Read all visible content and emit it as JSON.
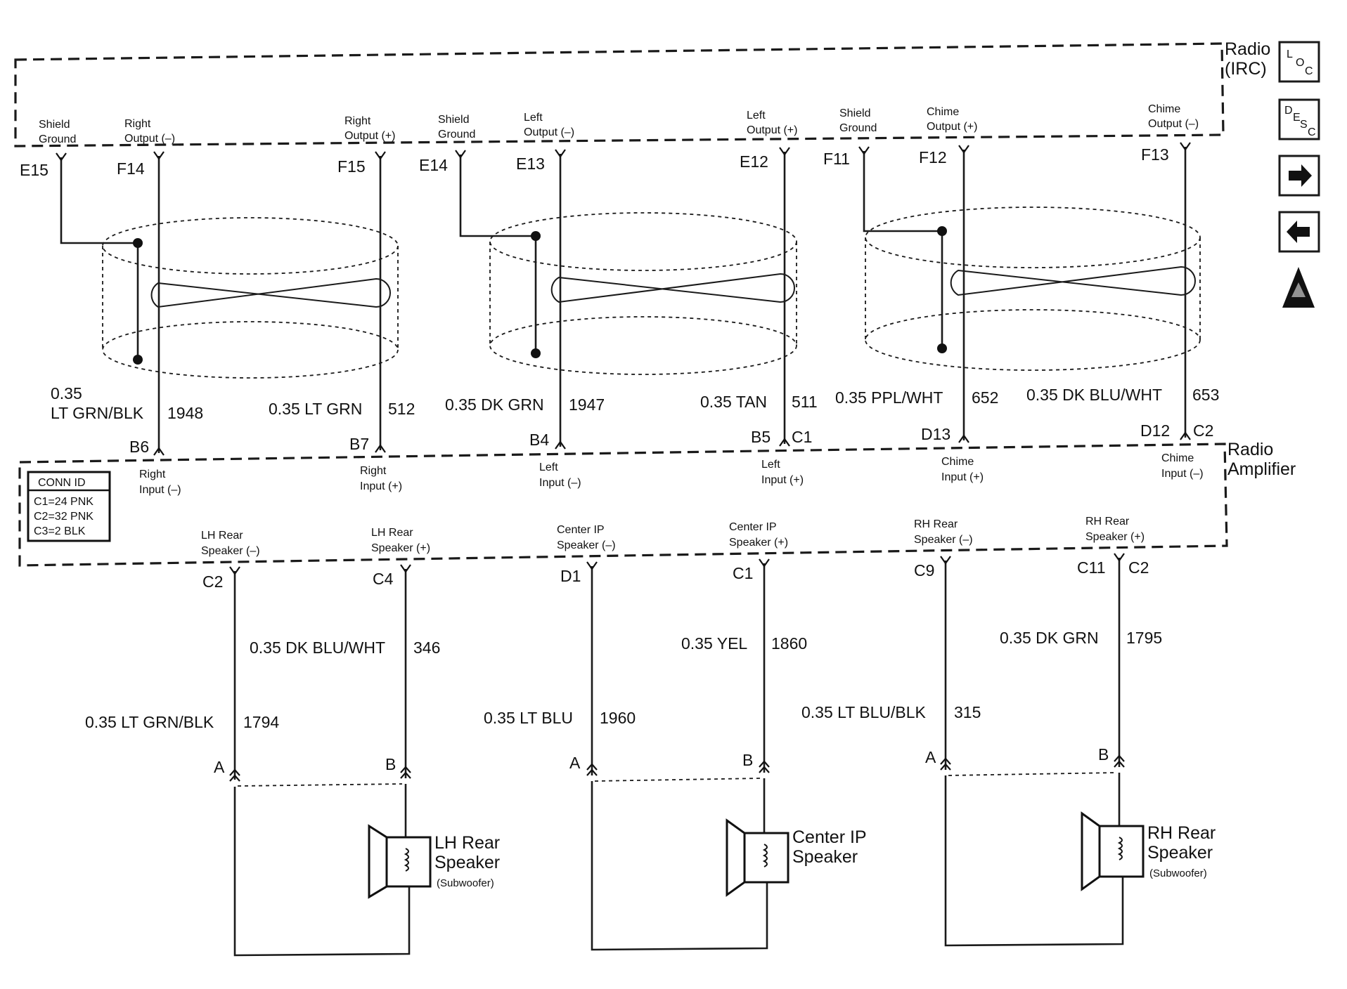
{
  "components": {
    "radio": [
      "Radio",
      "(IRC)"
    ],
    "amplifier": [
      "Radio",
      "Amplifier"
    ],
    "lh_speaker": [
      "LH Rear",
      "Speaker",
      "(Subwoofer)"
    ],
    "center_speaker": [
      "Center IP",
      "Speaker"
    ],
    "rh_speaker": [
      "RH Rear",
      "Speaker",
      "(Subwoofer)"
    ]
  },
  "conn_id": {
    "title": "CONN ID",
    "entries": [
      "C1=24 PNK",
      "C2=32 PNK",
      "C3=2 BLK"
    ]
  },
  "nav_icons": {
    "loc": [
      "L",
      "O",
      "C"
    ],
    "desc": [
      "D",
      "E",
      "S",
      "C"
    ],
    "icons": [
      "arrow-right-icon",
      "arrow-left-icon",
      "esd-warning-icon"
    ]
  },
  "radio_pins": [
    {
      "pin": "E15",
      "label": [
        "Shield",
        "Ground"
      ]
    },
    {
      "pin": "F14",
      "label": [
        "Right",
        "Output (–)"
      ]
    },
    {
      "pin": "F15",
      "label": [
        "Right",
        "Output (+)"
      ]
    },
    {
      "pin": "E14",
      "label": [
        "Shield",
        "Ground"
      ]
    },
    {
      "pin": "E13",
      "label": [
        "Left",
        "Output (–)"
      ]
    },
    {
      "pin": "E12",
      "label": [
        "Left",
        "Output (+)"
      ]
    },
    {
      "pin": "F11",
      "label": [
        "Shield",
        "Ground"
      ]
    },
    {
      "pin": "F12",
      "label": [
        "Chime",
        "Output (+)"
      ]
    },
    {
      "pin": "F13",
      "label": [
        "Chime",
        "Output (–)"
      ]
    }
  ],
  "radio_wires": [
    {
      "label": [
        "0.35",
        "LT GRN/BLK"
      ],
      "circuit": "1948"
    },
    {
      "label": [
        "0.35 LT GRN"
      ],
      "circuit": "512"
    },
    {
      "label": [
        "0.35 DK GRN"
      ],
      "circuit": "1947"
    },
    {
      "label": [
        "0.35 TAN"
      ],
      "circuit": "511"
    },
    {
      "label": [
        "0.35 PPL/WHT"
      ],
      "circuit": "652"
    },
    {
      "label": [
        "0.35 DK BLU/WHT"
      ],
      "circuit": "653"
    }
  ],
  "amp_input_pins": [
    {
      "pin": "B6",
      "label": [
        "Right",
        "Input (–)"
      ]
    },
    {
      "pin": "B7",
      "label": [
        "Right",
        "Input (+)"
      ]
    },
    {
      "pin": "B4",
      "label": [
        "Left",
        "Input (–)"
      ]
    },
    {
      "pin": "B5",
      "conn": "C1",
      "label": [
        "Left",
        "Input (+)"
      ]
    },
    {
      "pin": "D13",
      "label": [
        "Chime",
        "Input (+)"
      ]
    },
    {
      "pin": "D12",
      "conn": "C2",
      "label": [
        "Chime",
        "Input (–)"
      ]
    }
  ],
  "amp_output_pins": [
    {
      "pin": "C2",
      "label": [
        "LH Rear",
        "Speaker (–)"
      ]
    },
    {
      "pin": "C4",
      "label": [
        "LH Rear",
        "Speaker (+)"
      ]
    },
    {
      "pin": "D1",
      "label": [
        "Center IP",
        "Speaker (–)"
      ]
    },
    {
      "pin": "C1",
      "label": [
        "Center IP",
        "Speaker (+)"
      ]
    },
    {
      "pin": "C9",
      "label": [
        "RH Rear",
        "Speaker (–)"
      ]
    },
    {
      "pin": "C11",
      "conn": "C2",
      "label": [
        "RH Rear",
        "Speaker (+)"
      ]
    }
  ],
  "speaker_wires": [
    {
      "label": "0.35 LT GRN/BLK",
      "circuit": "1794"
    },
    {
      "label": "0.35 DK BLU/WHT",
      "circuit": "346"
    },
    {
      "label": "0.35 LT BLU",
      "circuit": "1960"
    },
    {
      "label": "0.35 YEL",
      "circuit": "1860"
    },
    {
      "label": "0.35 LT BLU/BLK",
      "circuit": "315"
    },
    {
      "label": "0.35 DK GRN",
      "circuit": "1795"
    }
  ],
  "speaker_terminals": [
    "A",
    "B",
    "A",
    "B",
    "A",
    "B"
  ]
}
